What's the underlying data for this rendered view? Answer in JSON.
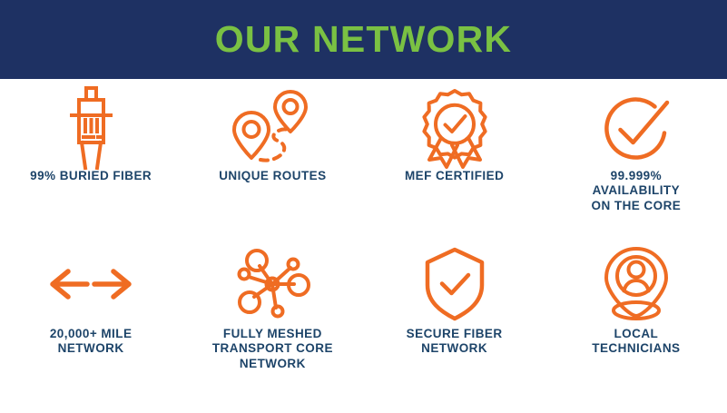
{
  "header": {
    "title": "OUR NETWORK",
    "background_color": "#1e3163",
    "title_color": "#7ac143"
  },
  "theme": {
    "icon_color": "#ef6c23",
    "label_color": "#1d4469",
    "page_background": "#ffffff"
  },
  "features": {
    "row_1": [
      {
        "icon": "fiber-connector-icon",
        "label": "99% BURIED FIBER"
      },
      {
        "icon": "route-pins-icon",
        "label": "UNIQUE ROUTES"
      },
      {
        "icon": "certified-badge-icon",
        "label": "MEF CERTIFIED"
      },
      {
        "icon": "circle-check-icon",
        "label": "99.999%\nAVAILABILITY\nON THE CORE"
      }
    ],
    "row_2": [
      {
        "icon": "double-arrow-icon",
        "label": "20,000+ MILE\nNETWORK"
      },
      {
        "icon": "mesh-network-icon",
        "label": "FULLY MESHED\nTRANSPORT CORE\nNETWORK"
      },
      {
        "icon": "shield-check-icon",
        "label": "SECURE FIBER\nNETWORK"
      },
      {
        "icon": "location-person-icon",
        "label": "LOCAL\nTECHNICIANS"
      }
    ]
  }
}
